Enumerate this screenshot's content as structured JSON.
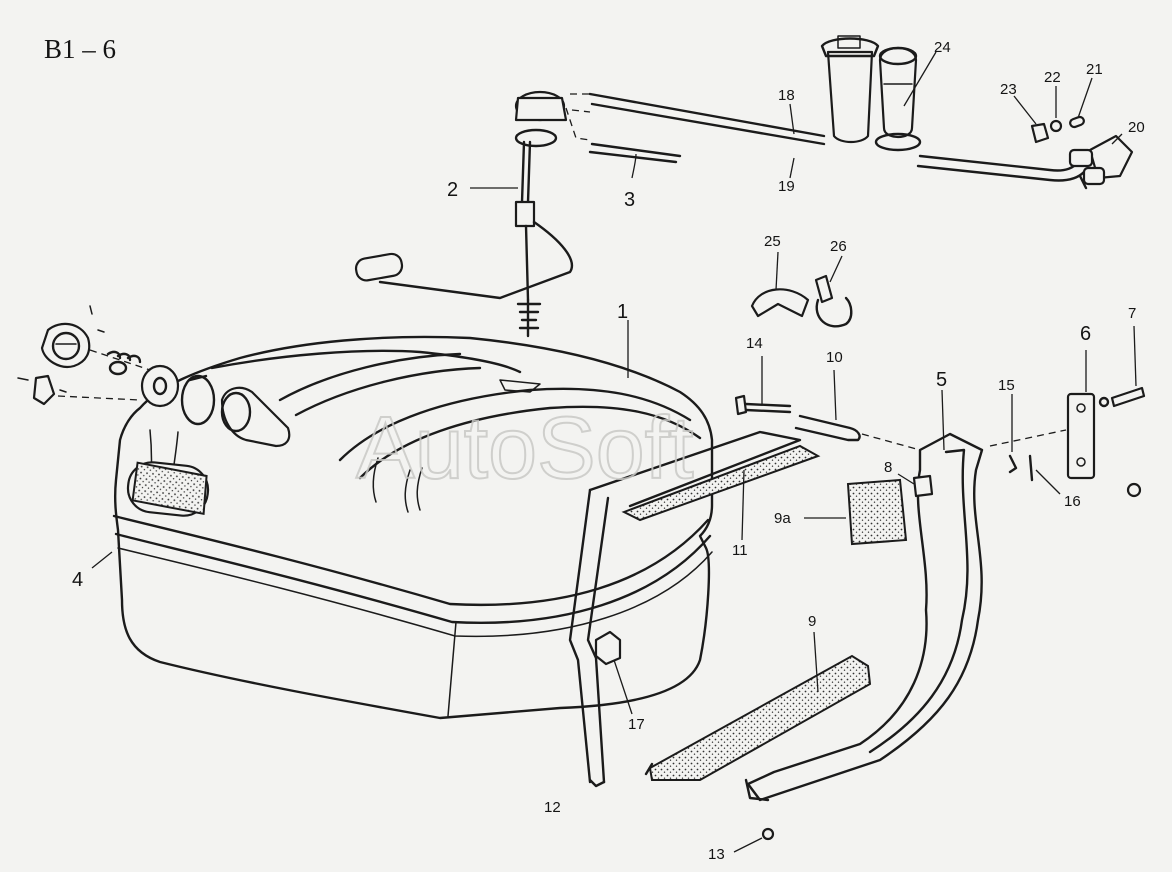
{
  "title": "B1 – 6",
  "watermark": "AutoSoft",
  "callouts": [
    {
      "id": "c1",
      "text": "1"
    },
    {
      "id": "c2",
      "text": "2"
    },
    {
      "id": "c3",
      "text": "3"
    },
    {
      "id": "c4",
      "text": "4"
    },
    {
      "id": "c5",
      "text": "5"
    },
    {
      "id": "c6",
      "text": "6"
    },
    {
      "id": "c7",
      "text": "7"
    },
    {
      "id": "c8",
      "text": "8"
    },
    {
      "id": "c9",
      "text": "9"
    },
    {
      "id": "c9a",
      "text": "9a"
    },
    {
      "id": "c10",
      "text": "10"
    },
    {
      "id": "c11",
      "text": "11"
    },
    {
      "id": "c12",
      "text": "12"
    },
    {
      "id": "c13",
      "text": "13"
    },
    {
      "id": "c14",
      "text": "14"
    },
    {
      "id": "c15",
      "text": "15"
    },
    {
      "id": "c16",
      "text": "16"
    },
    {
      "id": "c17",
      "text": "17"
    },
    {
      "id": "c18",
      "text": "18"
    },
    {
      "id": "c19",
      "text": "19"
    },
    {
      "id": "c20",
      "text": "20"
    },
    {
      "id": "c21",
      "text": "21"
    },
    {
      "id": "c22",
      "text": "22"
    },
    {
      "id": "c23",
      "text": "23"
    },
    {
      "id": "c24",
      "text": "24"
    },
    {
      "id": "c25",
      "text": "25"
    },
    {
      "id": "c26",
      "text": "26"
    }
  ]
}
